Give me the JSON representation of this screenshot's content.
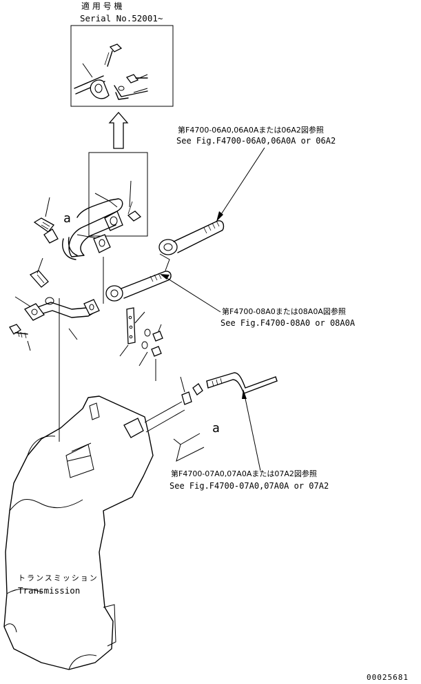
{
  "header": {
    "applicable_jp": "適 用 号 機",
    "serial": "Serial No.52001~"
  },
  "callouts": {
    "ref_06_jp": "第F4700-06A0,06A0Aまたは06A2図参照",
    "ref_06_en": "See Fig.F4700-06A0,06A0A or 06A2",
    "ref_08_jp": "第F4700-08A0または08A0A図参照",
    "ref_08_en": "See Fig.F4700-08A0 or 08A0A",
    "ref_07_jp": "第F4700-07A0,07A0Aまたは07A2図参照",
    "ref_07_en": "See Fig.F4700-07A0,07A0A or 07A2"
  },
  "markers": {
    "a_upper": "a",
    "a_lower": "a"
  },
  "transmission": {
    "jp": "トランスミッション",
    "en": "Transmission"
  },
  "footer": {
    "code": "00025681"
  }
}
